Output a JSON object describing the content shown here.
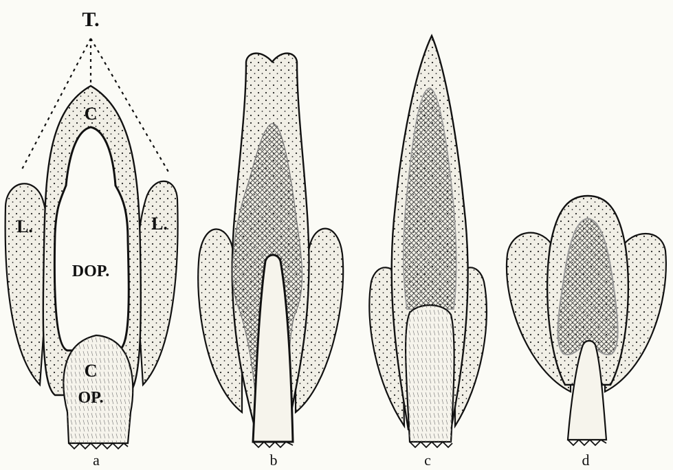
{
  "labels": {
    "top": "T.",
    "leaf_left": "L.",
    "leaf_right": "L.",
    "apex_c": "C",
    "dop": "DOP.",
    "lower_c": "C",
    "op": "OP."
  },
  "captions": {
    "a": "a",
    "b": "b",
    "c": "c",
    "d": "d"
  },
  "colors": {
    "ink": "#111111",
    "paper": "#fbfbf6",
    "stipple_fill": "#f1efe6",
    "hatch": "#555555"
  }
}
